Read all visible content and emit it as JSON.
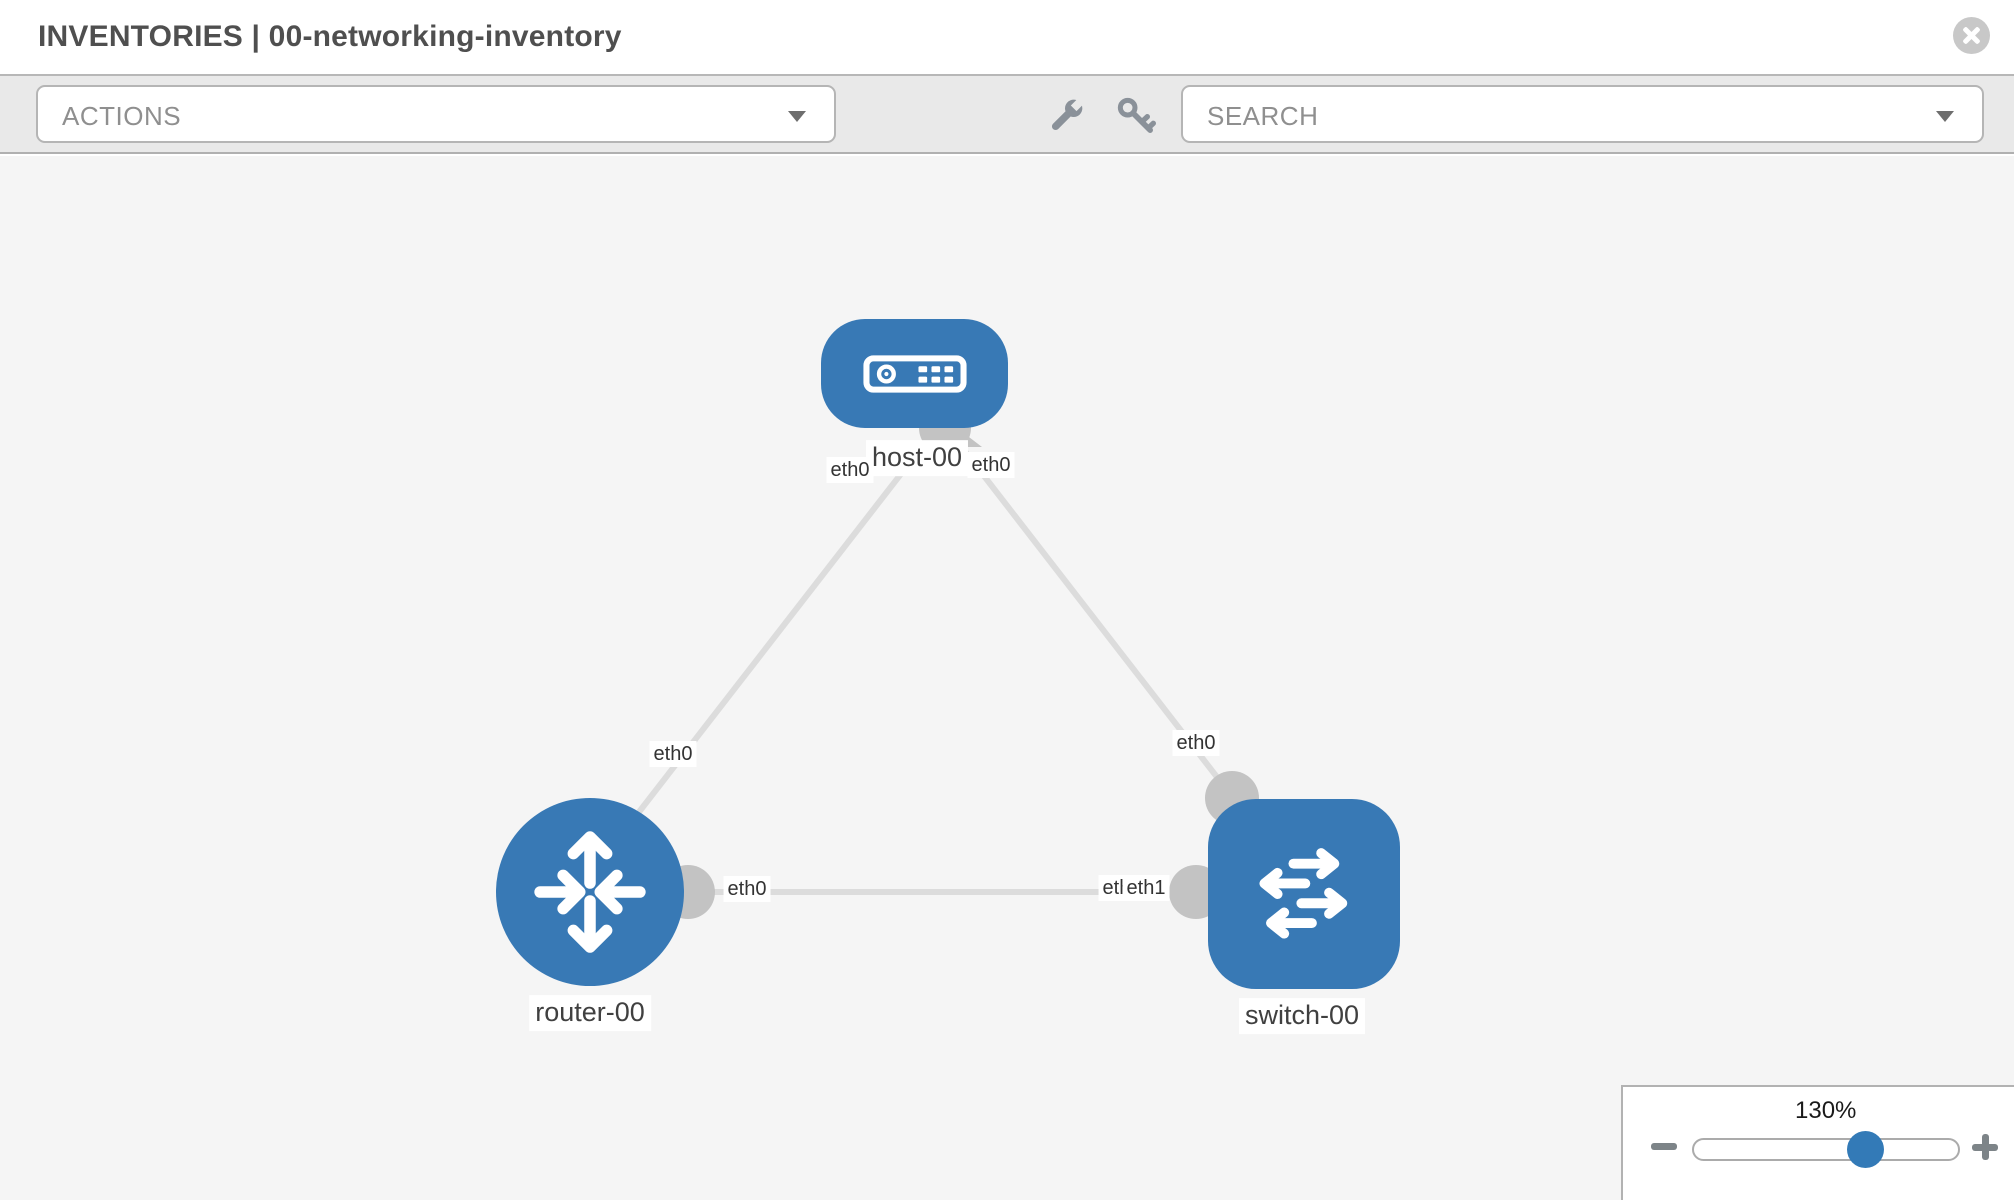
{
  "header": {
    "title": "INVENTORIES | 00-networking-inventory",
    "close_icon": "x-circle-icon"
  },
  "toolbar": {
    "actions_label": "ACTIONS",
    "search_label": "SEARCH",
    "icons": [
      "wrench-icon",
      "key-icon"
    ]
  },
  "topology": {
    "nodes": [
      {
        "id": "host-00",
        "type": "host",
        "label": "host-00"
      },
      {
        "id": "router-00",
        "type": "router",
        "label": "router-00"
      },
      {
        "id": "switch-00",
        "type": "switch",
        "label": "switch-00"
      }
    ],
    "links": [
      {
        "from": "host-00",
        "to": "router-00",
        "from_interface": "eth0",
        "to_interface": "eth0"
      },
      {
        "from": "host-00",
        "to": "switch-00",
        "from_interface": "eth0",
        "to_interface": "eth0"
      },
      {
        "from": "router-00",
        "to": "switch-00",
        "from_interface": "eth0",
        "to_interface": "eth1"
      }
    ],
    "interface_labels": {
      "host_left": "eth0",
      "host_right": "eth0",
      "router_top": "eth0",
      "switch_top": "eth0",
      "link_router_side": "eth0",
      "link_switch_side_back": "eth0",
      "link_switch_side_front": "eth1"
    }
  },
  "zoom_control": {
    "level": "130%",
    "percent": 130,
    "minus_icon": "minus-icon",
    "plus_icon": "plus-icon",
    "slider_position_pct": 64
  },
  "colors": {
    "node_blue": "#3879b5",
    "accent_blue": "#337ab7",
    "port_gray": "#c3c3c3",
    "link_gray": "#dcdcdc",
    "toolbar_gray": "#e9e9e9",
    "canvas_gray": "#f5f5f5"
  }
}
